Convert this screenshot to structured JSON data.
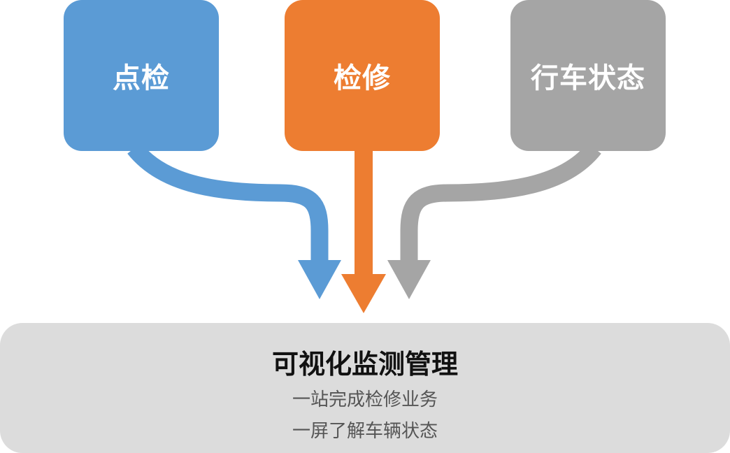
{
  "colors": {
    "blue": "#5b9bd5",
    "orange": "#ed7d31",
    "gray": "#a5a5a5",
    "panel": "#dcdcdc"
  },
  "sources": [
    {
      "label": "点检",
      "color": "#5b9bd5"
    },
    {
      "label": "检修",
      "color": "#ed7d31"
    },
    {
      "label": "行车状态",
      "color": "#a5a5a5"
    }
  ],
  "target": {
    "title": "可视化监测管理",
    "lines": [
      "一站完成检修业务",
      "一屏了解车辆状态"
    ]
  }
}
